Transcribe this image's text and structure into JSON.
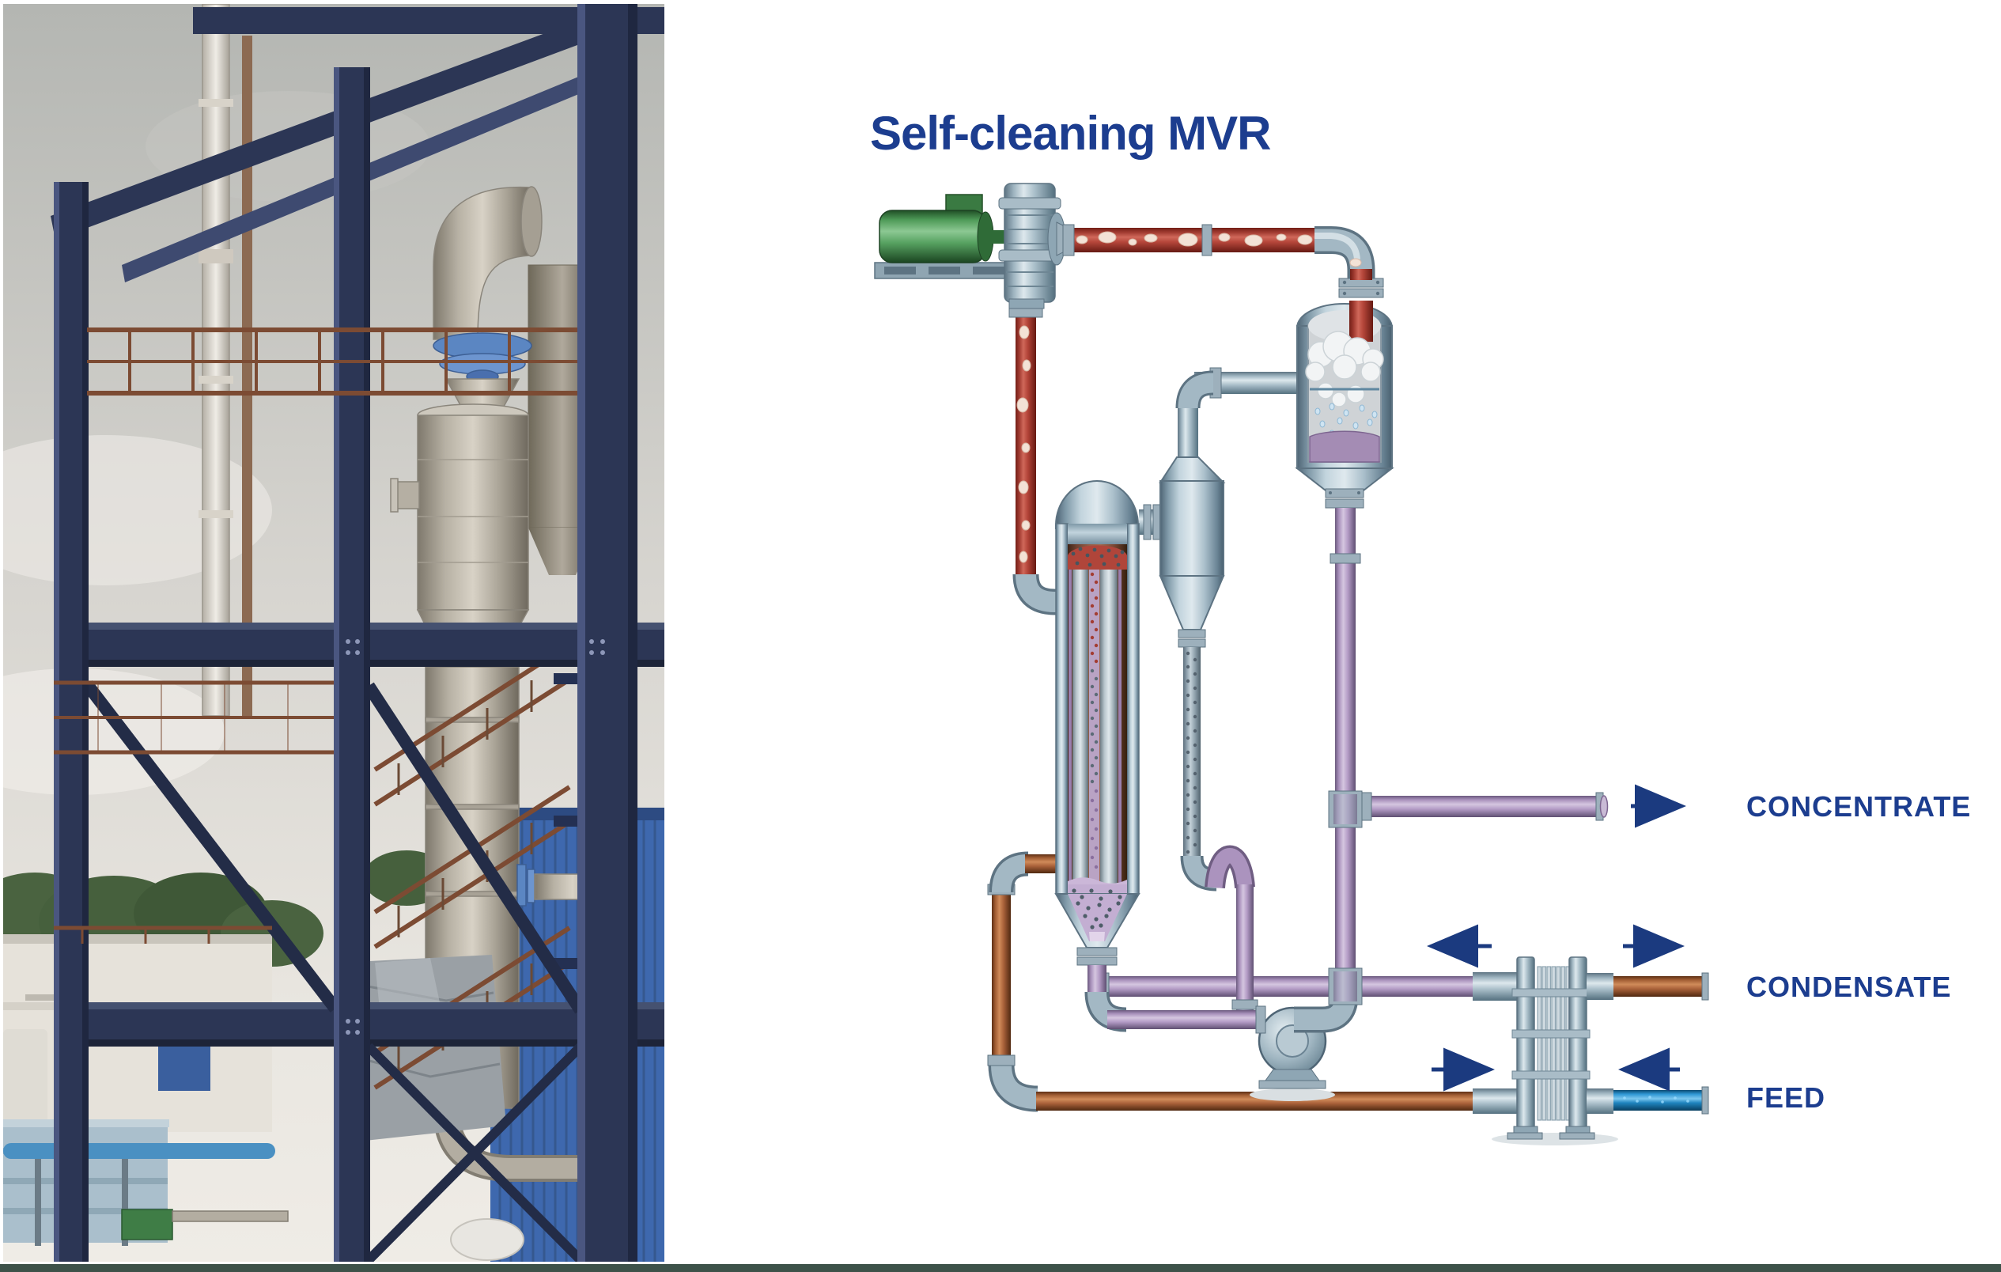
{
  "title": {
    "text": "Self-cleaning MVR"
  },
  "streams": {
    "concentrate": {
      "label": "CONCENTRATE",
      "direction": "right"
    },
    "condensate": {
      "label": "CONDENSATE",
      "directions": [
        "left-of-exchanger: left",
        "right-of-exchanger: right"
      ]
    },
    "feed": {
      "label": "FEED",
      "directions": [
        "left-of-exchanger: right",
        "right-of-exchanger: left"
      ]
    }
  },
  "colors": {
    "label_navy": "#1c3d8f",
    "arrow_navy": "#1b3a7f",
    "vapor_pipe_red": "#b0453a",
    "liquid_pipe_purple": "#ab93be",
    "feed_pipe_orange": "#a56138",
    "feed_pipe_blue": "#1d8fd1",
    "steel_blue_gray": "#9fb6c2",
    "motor_green": "#4f9e56",
    "photo_frame_navy": "#2c3655",
    "bottom_bar": "#3d5249"
  },
  "components": [
    "drive-motor",
    "vapor-compressor",
    "vapor-separator-vessel",
    "falling-film-evaporator",
    "particle-cyclone",
    "particle-return-line",
    "circulation-pump",
    "plate-heat-exchanger",
    "concentrate-line",
    "condensate-line",
    "feed-line"
  ]
}
